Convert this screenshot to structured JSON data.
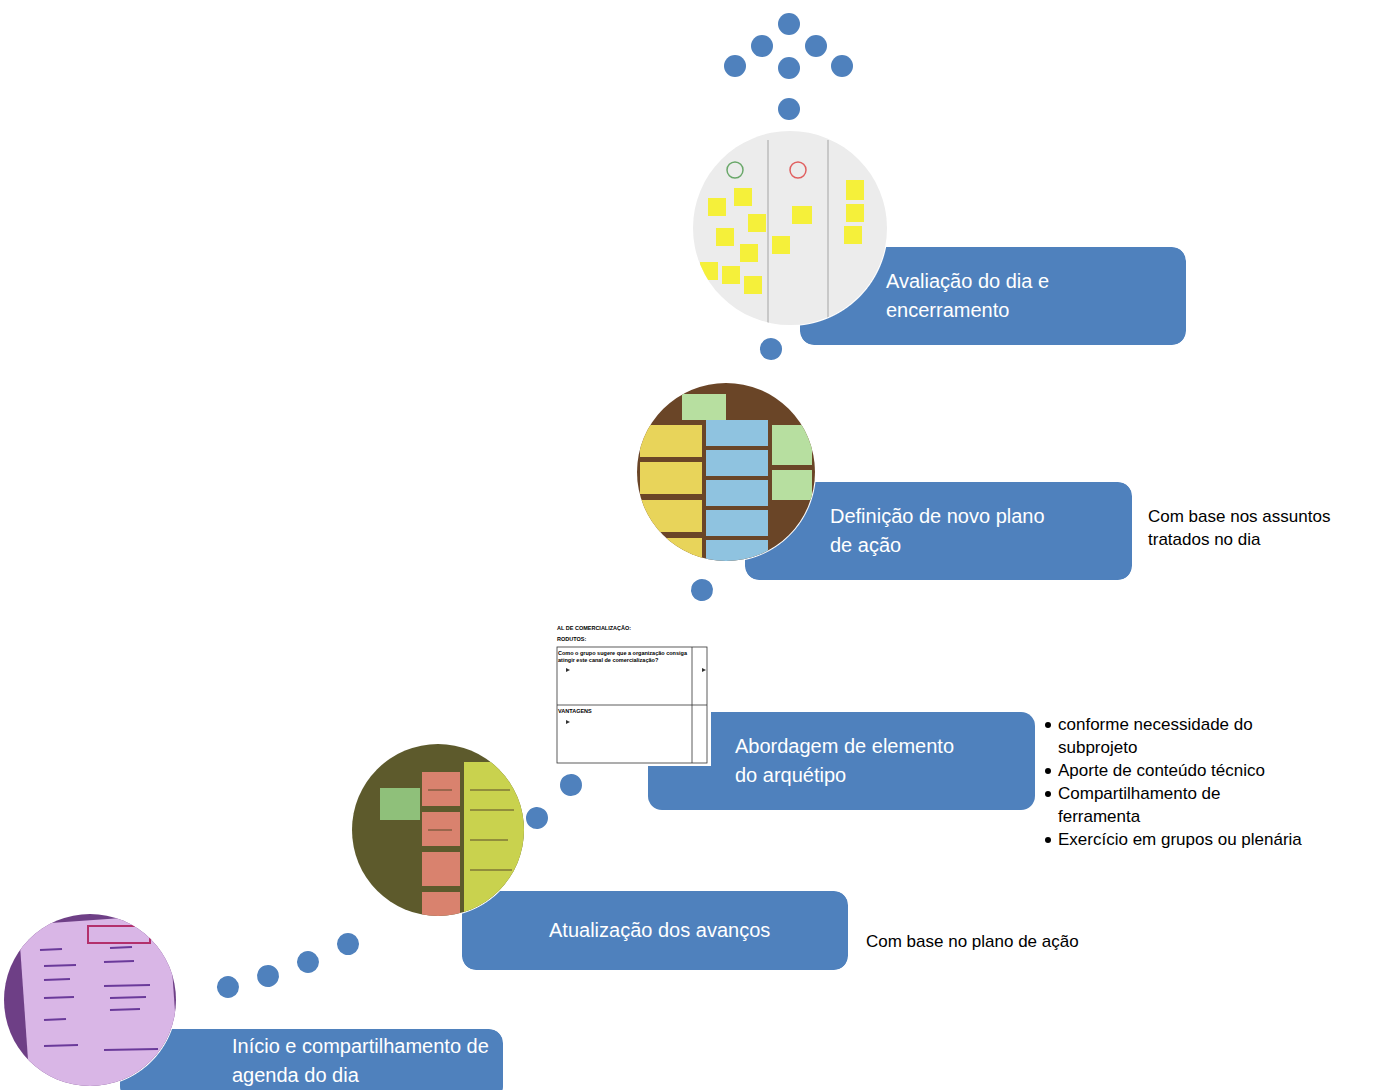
{
  "diagram": {
    "nodes": [
      {
        "text": [
          "Início e compartilhamento de agenda do dia"
        ]
      },
      {
        "text": [
          "Atualização dos avanços"
        ]
      },
      {
        "text": [
          "Abordagem de elemento do arquétipo"
        ]
      },
      {
        "text": [
          "Definição de novo plano de ação"
        ]
      },
      {
        "text": [
          "Avaliação do dia e encerramento"
        ]
      }
    ],
    "edges": [
      {
        "from": 0,
        "to": 1,
        "arrow": "none"
      },
      {
        "from": 1,
        "to": 2,
        "arrow": "none"
      },
      {
        "from": 2,
        "to": 3,
        "arrow": "none"
      },
      {
        "from": 3,
        "to": 4,
        "arrow": "none"
      }
    ],
    "labels": [
      "AL DE COMERCIALIZAÇÃO:",
      "RODUTOS:",
      "Como o grupo sugere que a organização consiga atingir este canal de comercialização?",
      "VANTAGENS",
      "Com base no plano de ação",
      "conforme necessidade do subprojeto",
      "Aporte de conteúdo técnico",
      "Compartilhamento de ferramenta",
      "Exercício em grupos ou plenária",
      "Com base nos assuntos tratados no dia"
    ]
  }
}
